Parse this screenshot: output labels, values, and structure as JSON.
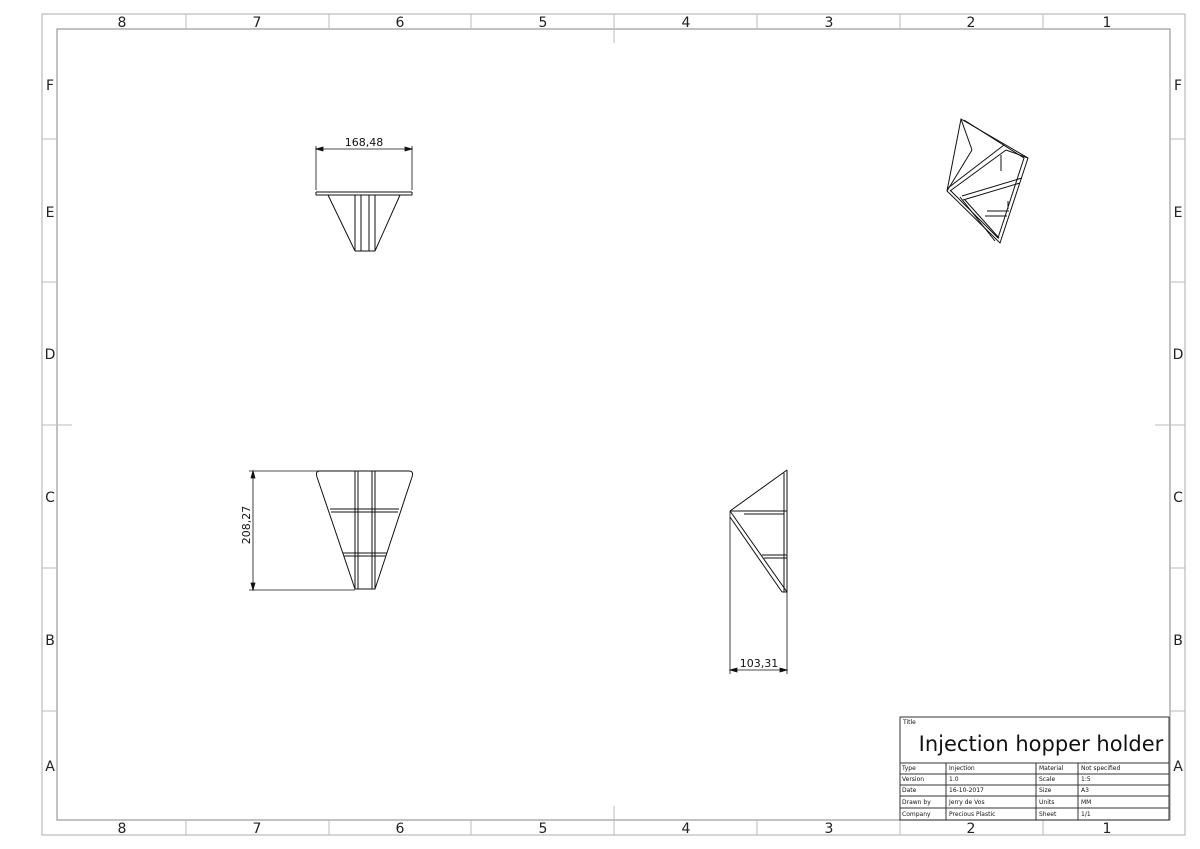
{
  "zones": {
    "columns": [
      "8",
      "7",
      "6",
      "5",
      "4",
      "3",
      "2",
      "1"
    ],
    "rows": [
      "F",
      "E",
      "D",
      "C",
      "B",
      "A"
    ]
  },
  "dimensions": {
    "top_view_width": "168,48",
    "front_view_height": "208,27",
    "side_view_width": "103,31"
  },
  "title_block": {
    "title_label": "Title",
    "title": "Injection hopper holder",
    "rows": [
      {
        "k1": "Type",
        "v1": "Injection",
        "k2": "Material",
        "v2": "Not specified"
      },
      {
        "k1": "Version",
        "v1": "1.0",
        "k2": "Scale",
        "v2": "1:5"
      },
      {
        "k1": "Date",
        "v1": "16-10-2017",
        "k2": "Size",
        "v2": "A3"
      },
      {
        "k1": "Drawn by",
        "v1": "Jerry de Vos",
        "k2": "Units",
        "v2": "MM"
      },
      {
        "k1": "Company",
        "v1": "Precious Plastic",
        "k2": "Sheet",
        "v2": "1/1"
      }
    ]
  }
}
